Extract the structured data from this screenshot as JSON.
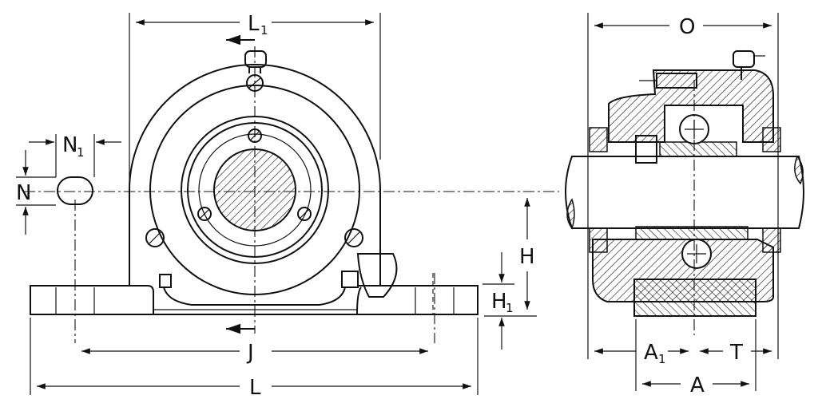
{
  "labels": {
    "L1": {
      "main": "L",
      "sub": "1"
    },
    "N1": {
      "main": "N",
      "sub": "1"
    },
    "N": "N",
    "J": "J",
    "L": "L",
    "H": "H",
    "H1": {
      "main": "H",
      "sub": "1"
    },
    "O": "O",
    "A1": {
      "main": "A",
      "sub": "1"
    },
    "T": "T",
    "A": "A"
  }
}
